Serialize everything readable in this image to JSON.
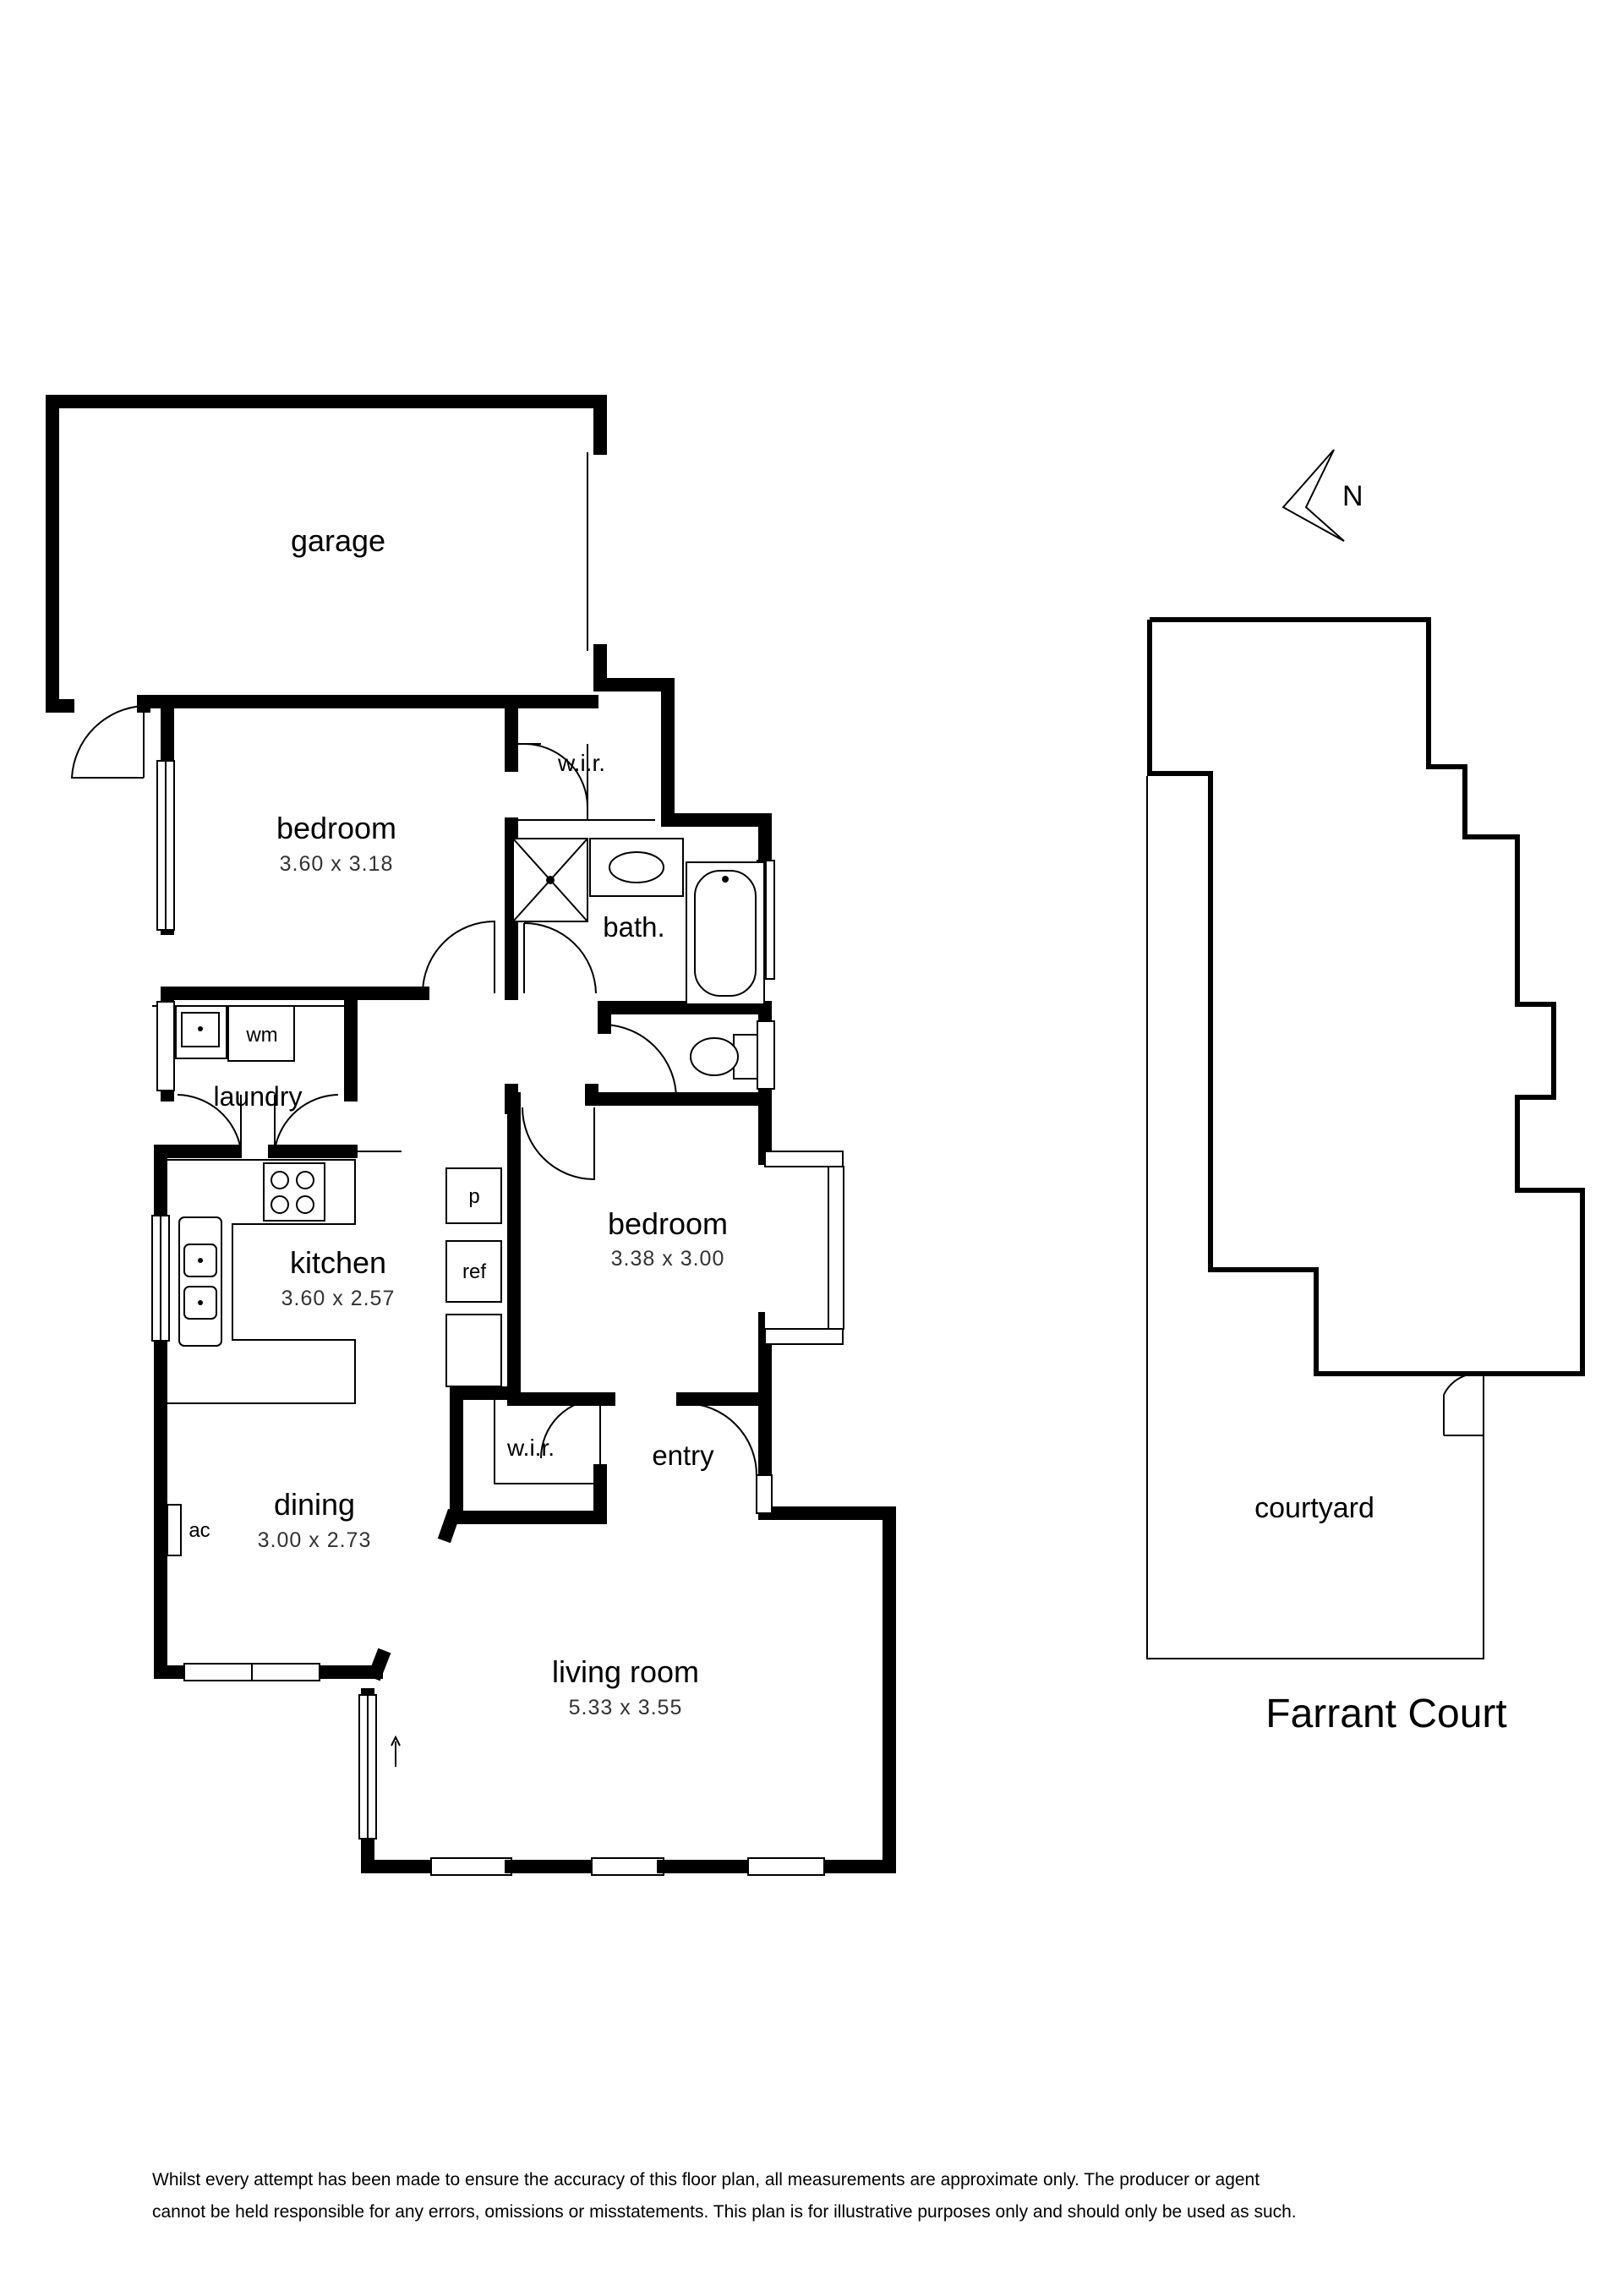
{
  "rooms": {
    "garage": {
      "label": "garage"
    },
    "bedroom1": {
      "label": "bedroom",
      "dims": "3.60  x  3.18"
    },
    "wir1": {
      "label": "w.i.r."
    },
    "bath": {
      "label": "bath."
    },
    "laundry": {
      "label": "laundry"
    },
    "wm": {
      "label": "wm"
    },
    "kitchen": {
      "label": "kitchen",
      "dims": "3.60  x  2.57"
    },
    "pantry": {
      "label": "p"
    },
    "ref": {
      "label": "ref"
    },
    "bedroom2": {
      "label": "bedroom",
      "dims": "3.38  x  3.00"
    },
    "wir2": {
      "label": "w.i.r."
    },
    "entry": {
      "label": "entry"
    },
    "dining": {
      "label": "dining",
      "dims": "3.00  x  2.73"
    },
    "ac": {
      "label": "ac"
    },
    "living": {
      "label": "living room",
      "dims": "5.33  x  3.55"
    },
    "courtyard": {
      "label": "courtyard"
    }
  },
  "north_label": "N",
  "street_name": "Farrant Court",
  "disclaimer": [
    "Whilst every attempt has been made to ensure the accuracy of this floor plan, all measurements are approximate only. The producer or agent",
    "cannot be held responsible for any errors, omissions or misstatements. This plan is for illustrative purposes only and should only be used as such."
  ]
}
